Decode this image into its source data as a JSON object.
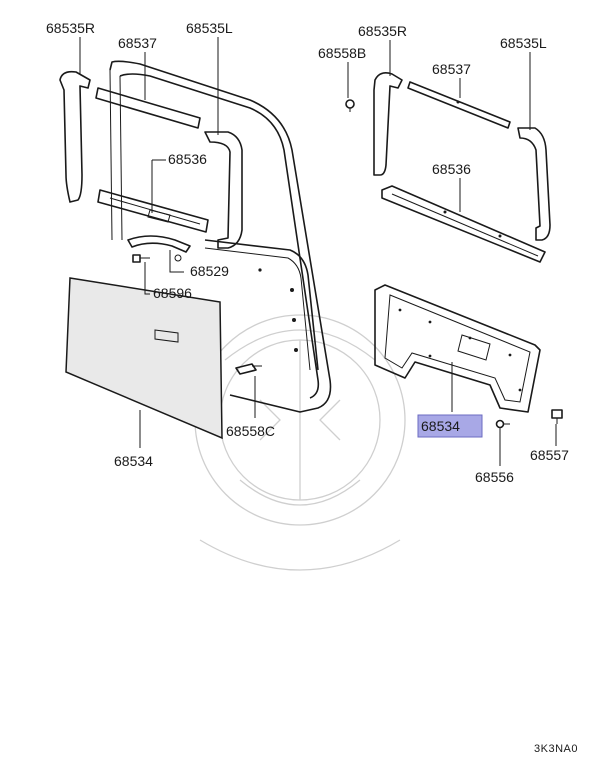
{
  "diagram": {
    "drawing_code": "3K3NA0",
    "highlighted_part": "68534",
    "labels": [
      {
        "id": "l-68535r-a",
        "text": "68535R"
      },
      {
        "id": "l-68537-a",
        "text": "68537"
      },
      {
        "id": "l-68535l-a",
        "text": "68535L"
      },
      {
        "id": "l-68536-a",
        "text": "68536"
      },
      {
        "id": "l-68529",
        "text": "68529"
      },
      {
        "id": "l-68596",
        "text": "68596"
      },
      {
        "id": "l-68558c",
        "text": "68558C"
      },
      {
        "id": "l-68534-a",
        "text": "68534"
      },
      {
        "id": "l-68535r-b",
        "text": "68535R"
      },
      {
        "id": "l-68558b",
        "text": "68558B"
      },
      {
        "id": "l-68537-b",
        "text": "68537"
      },
      {
        "id": "l-68535l-b",
        "text": "68535L"
      },
      {
        "id": "l-68536-b",
        "text": "68536"
      },
      {
        "id": "l-68534-b",
        "text": "68534"
      },
      {
        "id": "l-68557",
        "text": "68557"
      },
      {
        "id": "l-68556",
        "text": "68556"
      }
    ]
  }
}
